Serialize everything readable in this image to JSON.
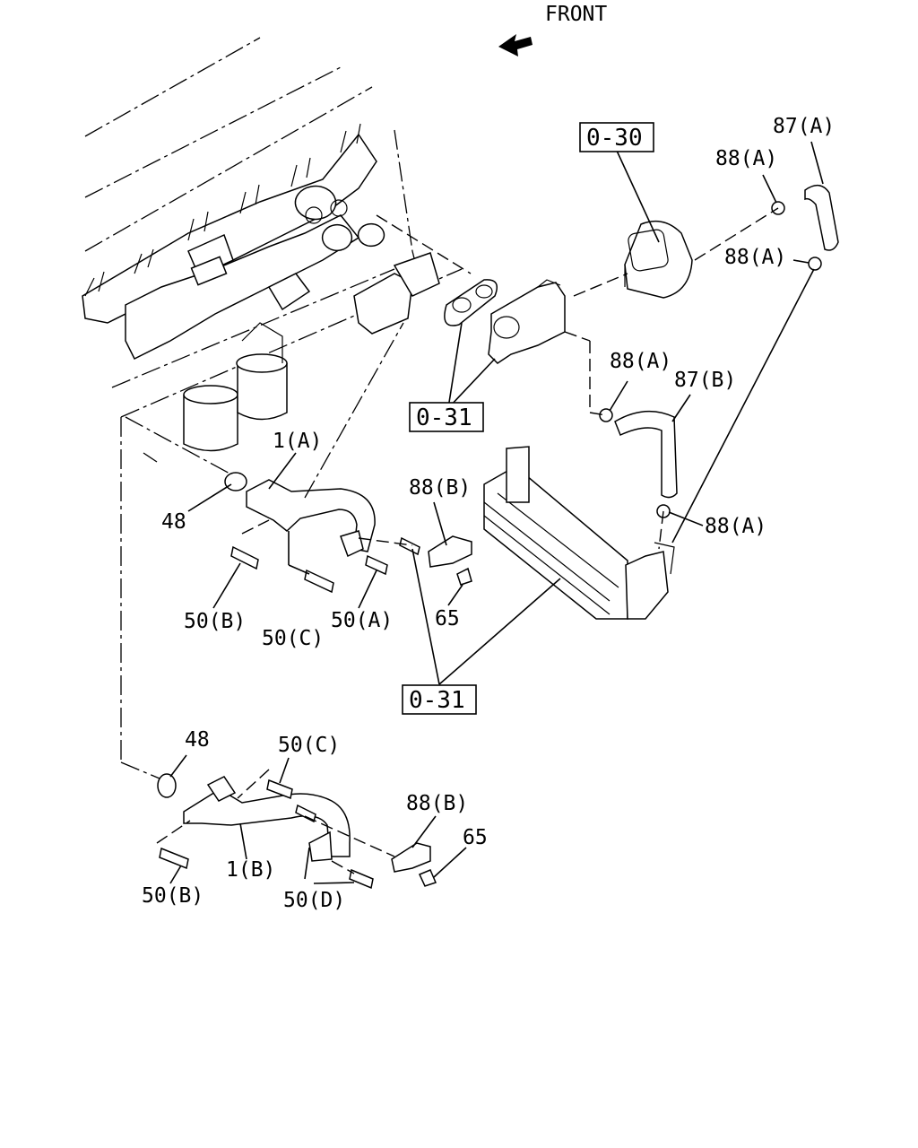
{
  "orientation_label": "FRONT",
  "references": {
    "ref_030": "0-30",
    "ref_031_top": "0-31",
    "ref_031_mid": "0-31"
  },
  "callouts": {
    "c_87a": "87(A)",
    "c_88a_1": "88(A)",
    "c_88a_2": "88(A)",
    "c_88a_3": "88(A)",
    "c_87b": "87(B)",
    "c_88a_4": "88(A)",
    "c_1a": "1(A)",
    "c_48_top": "48",
    "c_88b_top": "88(B)",
    "c_50b_top": "50(B)",
    "c_50c_top": "50(C)",
    "c_50a": "50(A)",
    "c_65_top": "65",
    "c_48_bot": "48",
    "c_50c_bot": "50(C)",
    "c_88b_bot": "88(B)",
    "c_65_bot": "65",
    "c_1b": "1(B)",
    "c_50b_bot": "50(B)",
    "c_50d": "50(D)"
  }
}
